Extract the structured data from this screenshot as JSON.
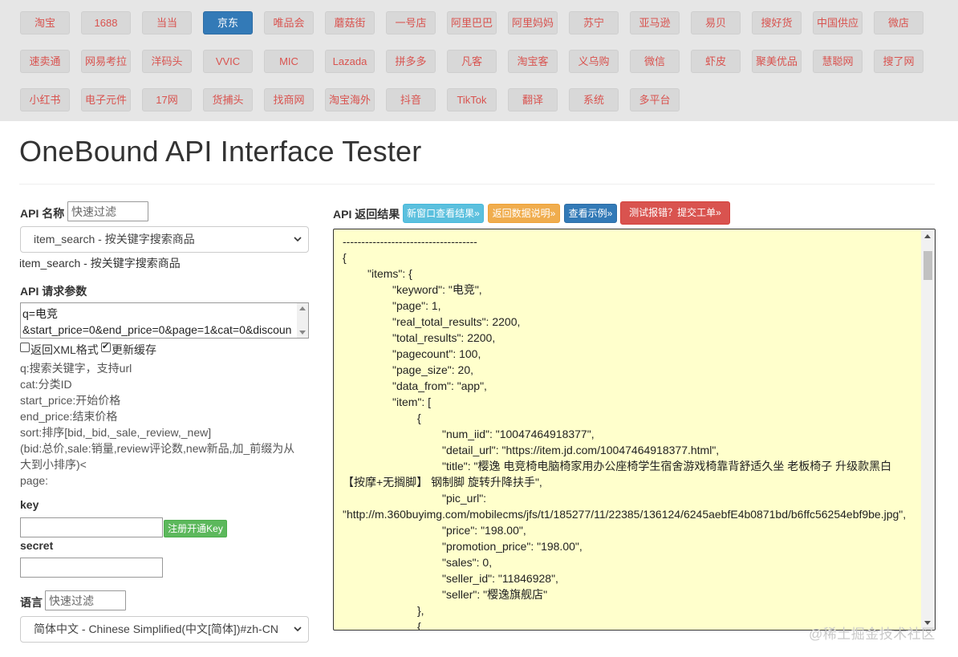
{
  "nav": {
    "row1": [
      "淘宝",
      "1688",
      "当当",
      "京东",
      "唯品会",
      "蘑菇街",
      "一号店",
      "阿里巴巴",
      "阿里妈妈",
      "苏宁",
      "亚马逊",
      "易贝",
      "搜好货",
      "中国供应",
      "微店"
    ],
    "row2": [
      "速卖通",
      "网易考拉",
      "洋码头",
      "VVIC",
      "MIC",
      "Lazada",
      "拼多多",
      "凡客",
      "淘宝客",
      "义乌购",
      "微信",
      "虾皮",
      "聚美优品",
      "慧聪网",
      "搜了网"
    ],
    "row3": [
      "小红书",
      "电子元件",
      "17网",
      "货捕头",
      "找商网",
      "淘宝海外",
      "抖音",
      "TikTok",
      "翻译",
      "系统",
      "多平台"
    ],
    "active": "京东"
  },
  "page_title": "OneBound API Interface Tester",
  "api": {
    "name_label": "API 名称",
    "filter_placeholder": "快速过滤",
    "selected": "item_search - 按关键字搜索商品",
    "selected_desc": "item_search - 按关键字搜索商品",
    "params_label": "API 请求参数",
    "params_line1": "q=电竞",
    "params_line2": "&start_price=0&end_price=0&page=1&cat=0&discoun",
    "xml_label": "返回XML格式",
    "cache_label": "更新缓存",
    "xml_checked": false,
    "cache_checked": true,
    "help_lines": [
      "q:搜索关键字，支持url",
      "cat:分类ID",
      "start_price:开始价格",
      "end_price:结束价格",
      "sort:排序[bid,_bid,_sale,_review,_new]",
      "  (bid:总价,sale:销量,review评论数,new新品,加_前缀为从",
      "大到小排序)<",
      "page:"
    ],
    "key_label": "key",
    "register_button": "注册开通Key",
    "secret_label": "secret",
    "lang_label": "语言",
    "lang_filter_placeholder": "快速过滤",
    "lang_selected": "简体中文 - Chinese Simplified(中文[简体])#zh-CN"
  },
  "result": {
    "label": "API 返回结果",
    "btn_new_window": "新窗口查看结果»",
    "btn_doc": "返回数据说明»",
    "btn_example": "查看示例»",
    "btn_report": "测试报错？提交工单»",
    "lines": [
      {
        "indent": 0,
        "text": "------------------------------------"
      },
      {
        "indent": 0,
        "text": "{"
      },
      {
        "indent": 1,
        "text": "\"items\": {"
      },
      {
        "indent": 2,
        "text": "\"keyword\": \"电竞\","
      },
      {
        "indent": 2,
        "text": "\"page\": 1,"
      },
      {
        "indent": 2,
        "text": "\"real_total_results\": 2200,"
      },
      {
        "indent": 2,
        "text": "\"total_results\": 2200,"
      },
      {
        "indent": 2,
        "text": "\"pagecount\": 100,"
      },
      {
        "indent": 2,
        "text": "\"page_size\": 20,"
      },
      {
        "indent": 2,
        "text": "\"data_from\": \"app\","
      },
      {
        "indent": 2,
        "text": "\"item\": ["
      },
      {
        "indent": 3,
        "text": "{"
      },
      {
        "indent": 4,
        "text": "\"num_iid\": \"10047464918377\","
      },
      {
        "indent": 4,
        "text": "\"detail_url\": \"https://item.jd.com/10047464918377.html\","
      },
      {
        "indent": 4,
        "text": "\"title\": \"樱逸 电竞椅电脑椅家用办公座椅学生宿舍游戏椅靠背舒适久坐 老板椅子 升级款黑白"
      },
      {
        "indent": 0,
        "text": "【按摩+无搁脚】 钢制脚  旋转升降扶手\","
      },
      {
        "indent": 4,
        "text": "\"pic_url\":"
      },
      {
        "indent": 0,
        "text": "\"http://m.360buyimg.com/mobilecms/jfs/t1/185277/11/22385/136124/6245aebfE4b0871bd/b6ffc56254ebf9be.jpg\","
      },
      {
        "indent": 4,
        "text": "\"price\": \"198.00\","
      },
      {
        "indent": 4,
        "text": "\"promotion_price\": \"198.00\","
      },
      {
        "indent": 4,
        "text": "\"sales\": 0,"
      },
      {
        "indent": 4,
        "text": "\"seller_id\": \"11846928\","
      },
      {
        "indent": 4,
        "text": "\"seller\": \"樱逸旗舰店\""
      },
      {
        "indent": 3,
        "text": "},"
      },
      {
        "indent": 3,
        "text": "{"
      }
    ]
  },
  "watermark": "@稀土掘金技术社区"
}
